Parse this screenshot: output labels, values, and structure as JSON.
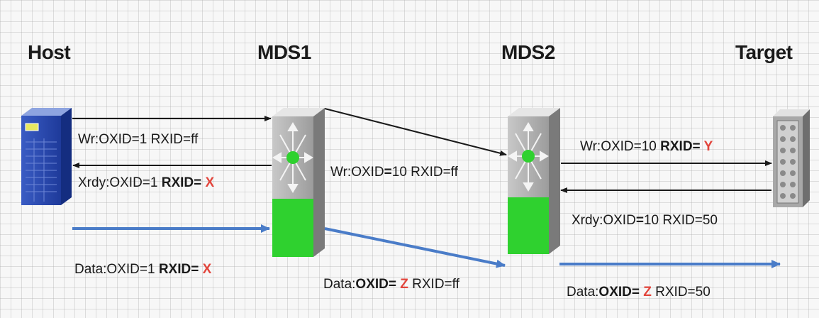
{
  "nodes": {
    "host": "Host",
    "mds1": "MDS1",
    "mds2": "MDS2",
    "target": "Target"
  },
  "messages": {
    "host_wr": {
      "pre": "Wr:OXID=1 RXID=ff"
    },
    "host_xrdy": {
      "pre": "Xrdy:OXID=1 ",
      "bold": "RXID=",
      "var": " X"
    },
    "host_data": {
      "pre": "Data:OXID=1 ",
      "bold": "RXID=",
      "var": " X"
    },
    "mid_wr": {
      "pre": "Wr:OXID",
      "bold": "=",
      "post": "10 RXID=ff"
    },
    "mid_data": {
      "pre": "Data:",
      "bold": "OXID=",
      "var": " Z",
      "post": " RXID=ff"
    },
    "tgt_wr": {
      "pre": "Wr:OXID=10 ",
      "bold": "RXID=",
      "var": " Y"
    },
    "tgt_xrdy": {
      "pre": "Xrdy:OXID",
      "bold": "=",
      "post": "10 RXID=50"
    },
    "tgt_data": {
      "pre": "Data:",
      "bold": "OXID=",
      "var": " Z",
      "post": " RXID=50"
    }
  },
  "colors": {
    "control_arrow": "#1a1a1a",
    "data_arrow": "#4a7cc8",
    "variable": "#e2453c",
    "switch_green": "#2fd12f",
    "host_blue": "#2244aa"
  },
  "icons": {
    "host": "server-icon",
    "mds1": "switch-icon",
    "mds2": "switch-icon",
    "target": "storage-array-icon"
  }
}
